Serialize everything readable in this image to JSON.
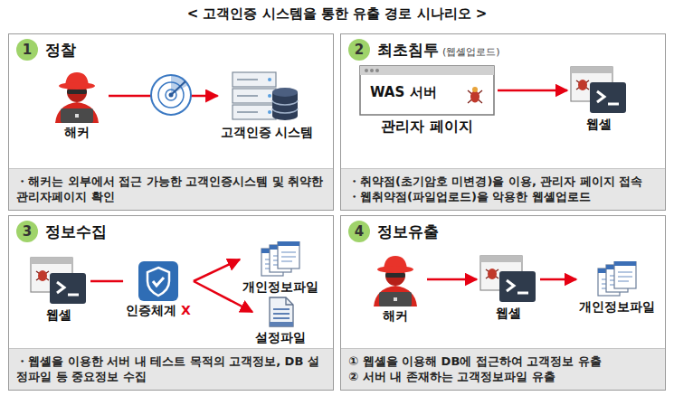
{
  "diagram": {
    "title": "< 고객인증 시스템을 통한 유출 경로 시나리오 >",
    "nodes": [
      {
        "text": [
          "정찰",
          "・해커는 외부에서 접근 가능한 고객인증시스템 및 취약한 관리자페이지 확인"
        ]
      },
      {
        "text": [
          "1"
        ],
        "in": 0
      },
      {
        "text": [
          "해커"
        ],
        "in": 0
      },
      {
        "text": [
          "고객인증 시스템"
        ],
        "in": 0
      },
      {
        "text": [
          "최초침투",
          "(웹셸업로드)",
          "・취약점(초기암호 미변경)을 이용, 관리자 페이지 접속",
          "・웹취약점(파일업로드)을 악용한 웹셸업로드"
        ]
      },
      {
        "text": [
          "2"
        ],
        "in": 4
      },
      {
        "text": [
          "WAS 서버",
          "관리자 페이지"
        ],
        "in": 4
      },
      {
        "text": [
          "웹셸"
        ],
        "in": 4
      },
      {
        "text": [
          "정보수집",
          "・웹셸을 이용한 서버 내 테스트 목적의 고객정보, DB 설정파일 등 중요정보 수집"
        ]
      },
      {
        "text": [
          "3"
        ],
        "in": 8
      },
      {
        "text": [
          "웹셸"
        ],
        "in": 8
      },
      {
        "text": [
          "인증체계",
          "X"
        ],
        "in": 8
      },
      {
        "text": [
          "개인정보파일"
        ],
        "in": 8
      },
      {
        "text": [
          "설정파일"
        ],
        "in": 8
      },
      {
        "text": [
          "정보유출",
          "① 웹셸을 이용해 DB에 접근하여 고객정보 유출",
          "② 서버 내 존재하는 고객정보파일 유출"
        ]
      },
      {
        "text": [
          "4"
        ],
        "in": 14
      },
      {
        "text": [
          "해커"
        ],
        "in": 14
      },
      {
        "text": [
          "웹셸"
        ],
        "in": 14
      },
      {
        "text": [
          "개인정보파일"
        ],
        "in": 14
      }
    ],
    "edges": [
      {
        "from": 2,
        "to": 3,
        "arrow": "to"
      },
      {
        "from": 6,
        "to": 7,
        "arrow": "to"
      },
      {
        "from": 10,
        "to": 11,
        "arrow": "none"
      },
      {
        "from": 11,
        "to": 12,
        "arrow": "to"
      },
      {
        "from": 11,
        "to": 13,
        "arrow": "to"
      },
      {
        "from": 16,
        "to": 17,
        "arrow": "to"
      },
      {
        "from": 17,
        "to": 18,
        "arrow": "to"
      }
    ]
  }
}
